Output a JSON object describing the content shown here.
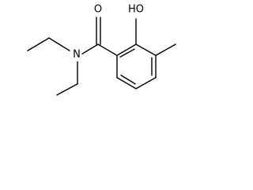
{
  "structure": {
    "atoms": {
      "oxygen_carbonyl": "O",
      "nitrogen_amide": "N",
      "hydroxyl": "HO"
    }
  }
}
